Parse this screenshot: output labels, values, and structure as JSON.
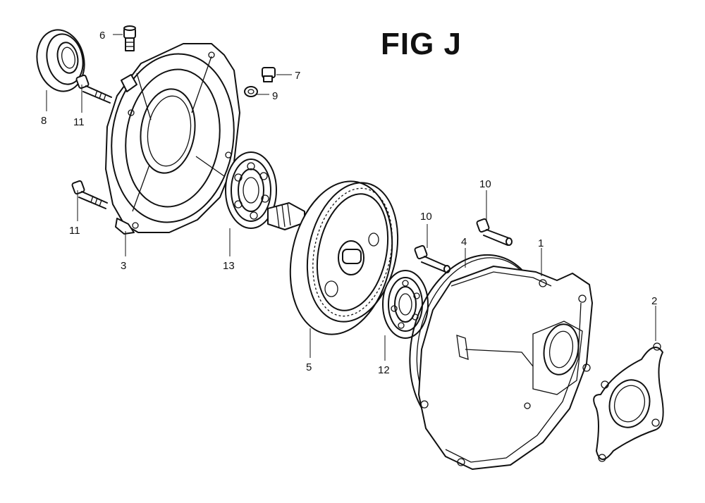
{
  "figure": {
    "title": "FIG J"
  },
  "callouts": {
    "c1": "1",
    "c2": "2",
    "c3": "3",
    "c4": "4",
    "c5": "5",
    "c6": "6",
    "c7": "7",
    "c8": "8",
    "c9": "9",
    "c10a": "10",
    "c10b": "10",
    "c11a": "11",
    "c11b": "11",
    "c12": "12",
    "c13": "13"
  }
}
